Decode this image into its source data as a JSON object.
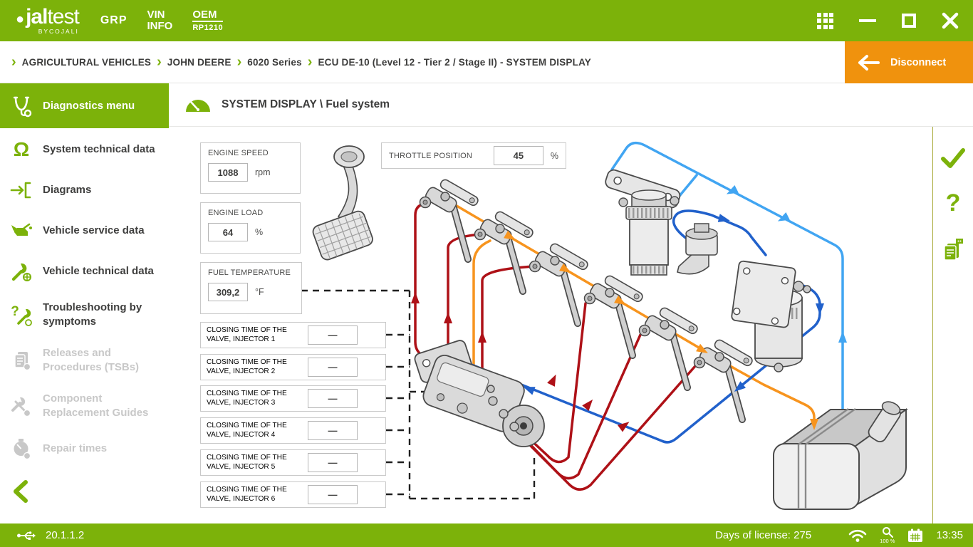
{
  "colors": {
    "brand_green": "#7cb20a",
    "accent_orange": "#f0920d",
    "line_red": "#ae1117",
    "line_orange": "#f7941e",
    "line_blue_light": "#41a5f2",
    "line_blue_dark": "#2161cb",
    "text_dark": "#3c3c3b",
    "disabled_gray": "#c8c8c8",
    "rail_divider_olive": "#a9ab3a"
  },
  "topbar": {
    "logo": {
      "dot": "●",
      "brand_bold": "jal",
      "brand_light": "test",
      "by_line": "BYCOJALI"
    },
    "menu": [
      {
        "label": "GRP"
      },
      {
        "line1": "VIN",
        "line2": "INFO"
      },
      {
        "line1": "OEM",
        "line2": "RP1210"
      }
    ]
  },
  "breadcrumb": {
    "separator": "›",
    "items": [
      "AGRICULTURAL VEHICLES",
      "JOHN DEERE",
      "6020 Series",
      "ECU DE-10 (Level 12 - Tier 2 / Stage II) - SYSTEM DISPLAY"
    ]
  },
  "disconnect": {
    "label": "Disconnect"
  },
  "sidebar": {
    "items": [
      {
        "label": "Diagnostics menu",
        "icon": "stethoscope-icon",
        "state": "active"
      },
      {
        "label": "System technical data",
        "icon": "omega-icon",
        "state": "enabled"
      },
      {
        "label": "Diagrams",
        "icon": "diagram-icon",
        "state": "enabled"
      },
      {
        "label": "Vehicle service data",
        "icon": "oil-can-icon",
        "state": "enabled"
      },
      {
        "label": "Vehicle technical data",
        "icon": "wrench-globe-icon",
        "state": "enabled"
      },
      {
        "label": "Troubleshooting by symptoms",
        "icon": "question-wrench-icon",
        "state": "enabled"
      },
      {
        "label": "Releases and Procedures (TSBs)",
        "icon": "documents-icon",
        "state": "disabled"
      },
      {
        "label": "Component Replacement Guides",
        "icon": "tools-icon",
        "state": "disabled"
      },
      {
        "label": "Repair times",
        "icon": "stopwatch-icon",
        "state": "disabled"
      }
    ]
  },
  "main": {
    "title": "SYSTEM DISPLAY \\ Fuel system",
    "panels": {
      "engine_speed": {
        "label": "ENGINE SPEED",
        "value": "1088",
        "unit": "rpm"
      },
      "engine_load": {
        "label": "ENGINE LOAD",
        "value": "64",
        "unit": "%"
      },
      "fuel_temperature": {
        "label": "FUEL TEMPERATURE",
        "value": "309,2",
        "unit": "°F"
      },
      "throttle_position": {
        "label": "THROTTLE POSITION",
        "value": "45",
        "unit": "%"
      }
    },
    "injector_rows": [
      {
        "label": "CLOSING TIME OF THE VALVE, INJECTOR 1",
        "value": "—"
      },
      {
        "label": "CLOSING TIME OF THE VALVE, INJECTOR 2",
        "value": "—"
      },
      {
        "label": "CLOSING TIME OF THE VALVE, INJECTOR 3",
        "value": "—"
      },
      {
        "label": "CLOSING TIME OF THE VALVE, INJECTOR 4",
        "value": "—"
      },
      {
        "label": "CLOSING TIME OF THE VALVE, INJECTOR 5",
        "value": "—"
      },
      {
        "label": "CLOSING TIME OF THE VALVE, INJECTOR 6",
        "value": "—"
      }
    ]
  },
  "right_toolbar": {
    "help_glyph": "?"
  },
  "icons": {
    "omega_glyph": "Ω"
  },
  "statusbar": {
    "version": "20.1.1.2",
    "license": "Days of license: 275",
    "scale_pct": "100 %",
    "time": "13:35"
  }
}
